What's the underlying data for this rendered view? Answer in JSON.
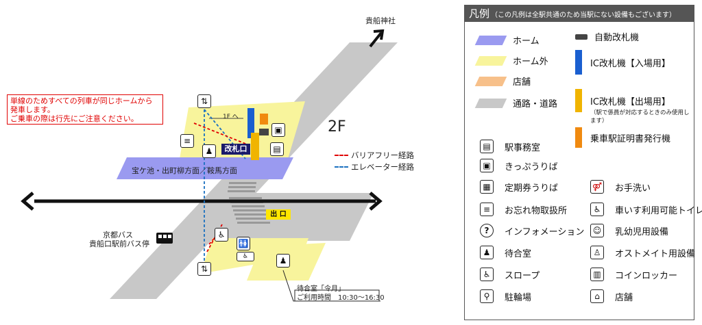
{
  "map": {
    "destination_top": "貴船神社",
    "floor": "2F",
    "notice_lines": [
      "単線のためすべての列車が同じホームから",
      "発車します。",
      "ご乗車の際は行先にご注意ください。"
    ],
    "route_barrier_free": "バリアフリー経路",
    "route_elevator": "エレベーター経路",
    "platform_direction": "宝ケ池・出町柳方面／鞍馬方面",
    "to_1f": "1F へ",
    "ticket_gate": "改札口",
    "exit": "出 口",
    "bus_line1": "京都バス",
    "bus_line2": "貴船口駅前バス停",
    "waiting_room_name": "待合室「令月」",
    "waiting_room_hours": "ご利用時間　10:30〜16:30",
    "colors": {
      "platform": "#9a9af0",
      "outside": "#f8f49c",
      "road": "#c8c8c8",
      "route_red": "#e00000",
      "route_blue": "#1a70c0"
    }
  },
  "legend": {
    "title": "凡例",
    "note": "（この凡例は全駅共通のため当駅にない設備もございます）",
    "items": [
      {
        "label": "ホーム",
        "icon": "swatch-platform"
      },
      {
        "label": "ホーム外",
        "icon": "swatch-outside"
      },
      {
        "label": "店舗",
        "icon": "swatch-shop"
      },
      {
        "label": "通路・道路",
        "icon": "swatch-road"
      },
      {
        "label": "自動改札機",
        "icon": "auto-gate-icon"
      },
      {
        "label": "IC改札機【入場用】",
        "icon": "ic-entry-icon"
      },
      {
        "label": "IC改札機【出場用】",
        "icon": "ic-exit-icon"
      },
      {
        "label": "（駅で係員が対応するときのみ使用します）",
        "icon": ""
      },
      {
        "label": "乗車駅証明書発行機",
        "icon": "certificate-machine-icon"
      },
      {
        "label": "駅事務室",
        "icon": "station-office-icon"
      },
      {
        "label": "きっぷうりば",
        "icon": "ticket-office-icon"
      },
      {
        "label": "定期券うりば",
        "icon": "pass-office-icon"
      },
      {
        "label": "お忘れ物取扱所",
        "icon": "lost-found-icon"
      },
      {
        "label": "インフォメーション",
        "icon": "information-icon"
      },
      {
        "label": "待合室",
        "icon": "waiting-room-icon"
      },
      {
        "label": "スロープ",
        "icon": "slope-icon"
      },
      {
        "label": "駐輪場",
        "icon": "bicycle-parking-icon"
      },
      {
        "label": "お手洗い",
        "icon": "toilet-icon"
      },
      {
        "label": "車いす利用可能トイレ",
        "icon": "accessible-toilet-icon"
      },
      {
        "label": "乳幼児用設備",
        "icon": "baby-icon"
      },
      {
        "label": "オストメイト用設備",
        "icon": "ostomate-icon"
      },
      {
        "label": "コインロッカー",
        "icon": "locker-icon"
      },
      {
        "label": "店舗",
        "icon": "shop-icon"
      }
    ]
  }
}
